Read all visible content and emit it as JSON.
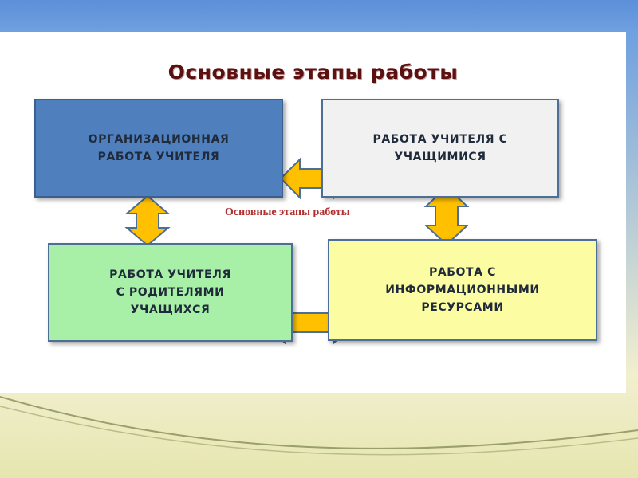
{
  "title": "Основные этапы работы",
  "caption": "Основные этапы работы",
  "boxes": {
    "organizational": "ОРГАНИЗАЦИОННАЯ\nРАБОТА  УЧИТЕЛЯ",
    "students": "РАБОТА  УЧИТЕЛЯ С\nУЧАЩИМИСЯ",
    "parents": "РАБОТА  УЧИТЕЛЯ\nС РОДИТЕЛЯМИ\nУЧАЩИХСЯ",
    "resources": "РАБОТА С\nИНФОРМАЦИОННЫМИ\nРЕСУРСАМИ"
  },
  "colors": {
    "title": "#5c1010",
    "caption": "#b03030",
    "arrow_fill": "#ffc000",
    "arrow_stroke": "#4d6e96",
    "organizational_fill": "#4f7fbd",
    "students_fill": "#f1f1f1",
    "parents_fill": "#a8f0a8",
    "resources_fill": "#fcfca2"
  }
}
